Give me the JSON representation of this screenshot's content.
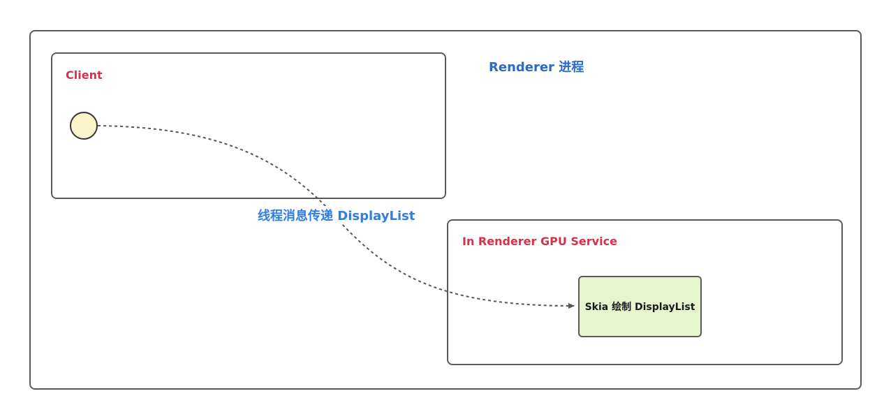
{
  "diagram": {
    "renderer_process": {
      "label": "Renderer 进程"
    },
    "client": {
      "label": "Client"
    },
    "gpu_service": {
      "label": "In Renderer GPU Service"
    },
    "skia_node": {
      "label": "Skia 绘制 DisplayList"
    },
    "edge": {
      "label": "线程消息传递 DisplayList"
    }
  },
  "colors": {
    "renderer_title": "#2a6bc8",
    "client_title": "#d6304a",
    "gpu_title": "#d6304a",
    "edge_label": "#2f7ee0",
    "start_node_fill": "#fbf5cc",
    "skia_node_fill": "#e7f5cf",
    "border": "#5a5a5a",
    "edge_line": "#555555"
  }
}
